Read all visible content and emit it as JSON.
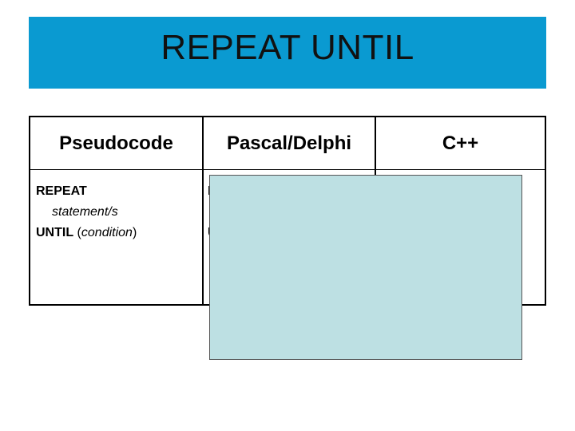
{
  "title": "REPEAT UNTIL",
  "table": {
    "headers": [
      "Pseudocode",
      "Pascal/Delphi",
      "C++"
    ],
    "pseudocode": {
      "line1_kw": "REPEAT",
      "line2": "statement/s",
      "line3_kw": "UNTIL",
      "line3_open": " (",
      "line3_cond": "condition",
      "line3_close": ")"
    },
    "pascal_visible": {
      "line1_fragment": "R",
      "line3_fragment": "U"
    }
  },
  "colors": {
    "title_bar": "#0a9ad1",
    "overlay_box": "#bde0e3"
  }
}
